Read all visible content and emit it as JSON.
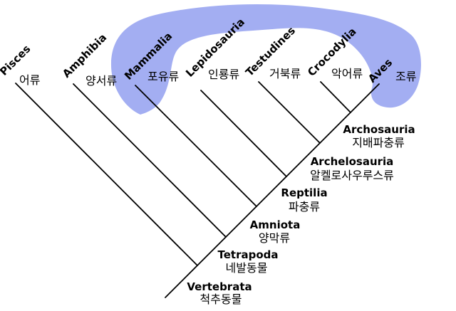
{
  "tips": [
    {
      "latin": "Pisces",
      "korean": "어류"
    },
    {
      "latin": "Amphibia",
      "korean": "양서류"
    },
    {
      "latin": "Mammalia",
      "korean": "포유류"
    },
    {
      "latin": "Lepidosauria",
      "korean": "인룡류"
    },
    {
      "latin": "Testudines",
      "korean": "거북류"
    },
    {
      "latin": "Crocodylia",
      "korean": "악어류"
    },
    {
      "latin": "Aves",
      "korean": "조류"
    }
  ],
  "clades": [
    {
      "latin": "Archosauria",
      "korean": "지배파충류"
    },
    {
      "latin": "Archelosauria",
      "korean": "알켈로사우루스류"
    },
    {
      "latin": "Reptilia",
      "korean": "파충류"
    },
    {
      "latin": "Amniota",
      "korean": "양막류"
    },
    {
      "latin": "Tetrapoda",
      "korean": "네발동물"
    },
    {
      "latin": "Vertebrata",
      "korean": "척추동물"
    }
  ],
  "colors": {
    "highlight": "#a3aef2",
    "line": "#000000",
    "text": "#000000",
    "background": "#ffffff"
  }
}
